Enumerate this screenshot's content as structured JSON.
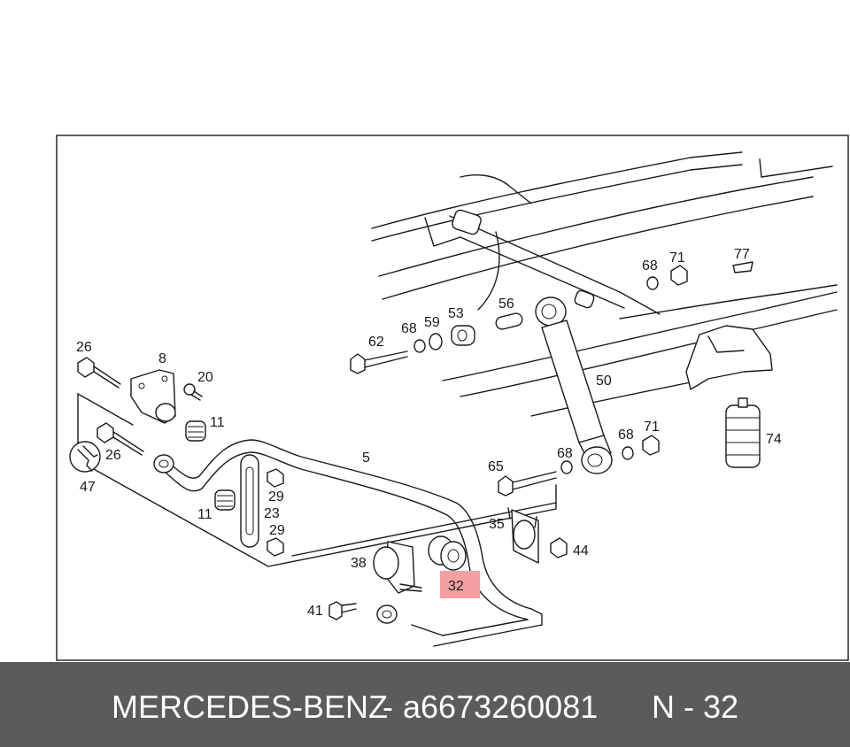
{
  "callouts": {
    "c26a": "26",
    "c8": "8",
    "c20": "20",
    "c11a": "11",
    "c26b": "26",
    "c47": "47",
    "c5": "5",
    "c29a": "29",
    "c11b": "11",
    "c23": "23",
    "c29b": "29",
    "c62": "62",
    "c68a": "68",
    "c59": "59",
    "c53": "53",
    "c56": "56",
    "c68b": "68",
    "c71a": "71",
    "c77": "77",
    "c50": "50",
    "c65": "65",
    "c68c": "68",
    "c68d": "68",
    "c71b": "71",
    "c74": "74",
    "c35": "35",
    "c44": "44",
    "c38": "38",
    "c32": "32",
    "c41": "41"
  },
  "highlight": {
    "part": "32",
    "color": "#f4a0a0"
  },
  "footer": {
    "brand": "MERCEDES-BENZ",
    "separator": "-",
    "part_number": "a6673260081",
    "position": "N - 32",
    "background": "#5b5b5b"
  }
}
